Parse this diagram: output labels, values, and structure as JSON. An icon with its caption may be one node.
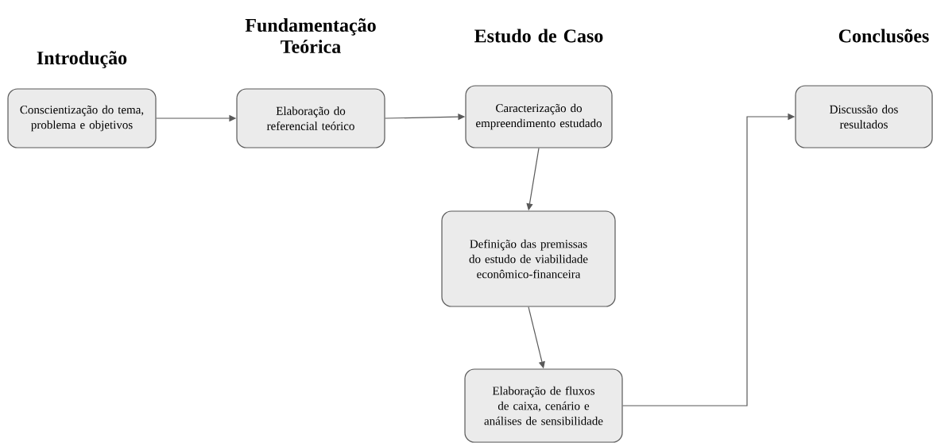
{
  "diagram": {
    "nodes": [
      {
        "text": [
          "Conscientização do tema, problema e objetivos"
        ]
      },
      {
        "text": [
          "Elaboração do referencial teórico"
        ]
      },
      {
        "text": [
          "Caracterização do empreendimento estudado"
        ]
      },
      {
        "text": [
          "Definição das premissas do estudo de viabilidade econômico-financeira"
        ]
      },
      {
        "text": [
          "Elaboração de fluxos de caixa, cenário e análises de sensibilidade"
        ]
      },
      {
        "text": [
          "Discussão dos resultados"
        ]
      }
    ],
    "edges": [
      {
        "from": 0,
        "to": 1,
        "arrow": "to"
      },
      {
        "from": 1,
        "to": 2,
        "arrow": "to"
      },
      {
        "from": 2,
        "to": 3,
        "arrow": "to"
      },
      {
        "from": 3,
        "to": 4,
        "arrow": "to"
      },
      {
        "from": 4,
        "to": 5,
        "arrow": "to"
      }
    ],
    "labels": [
      "Introdução",
      "Fundamentação Teórica",
      "Estudo de Caso",
      "Conclusões"
    ]
  }
}
